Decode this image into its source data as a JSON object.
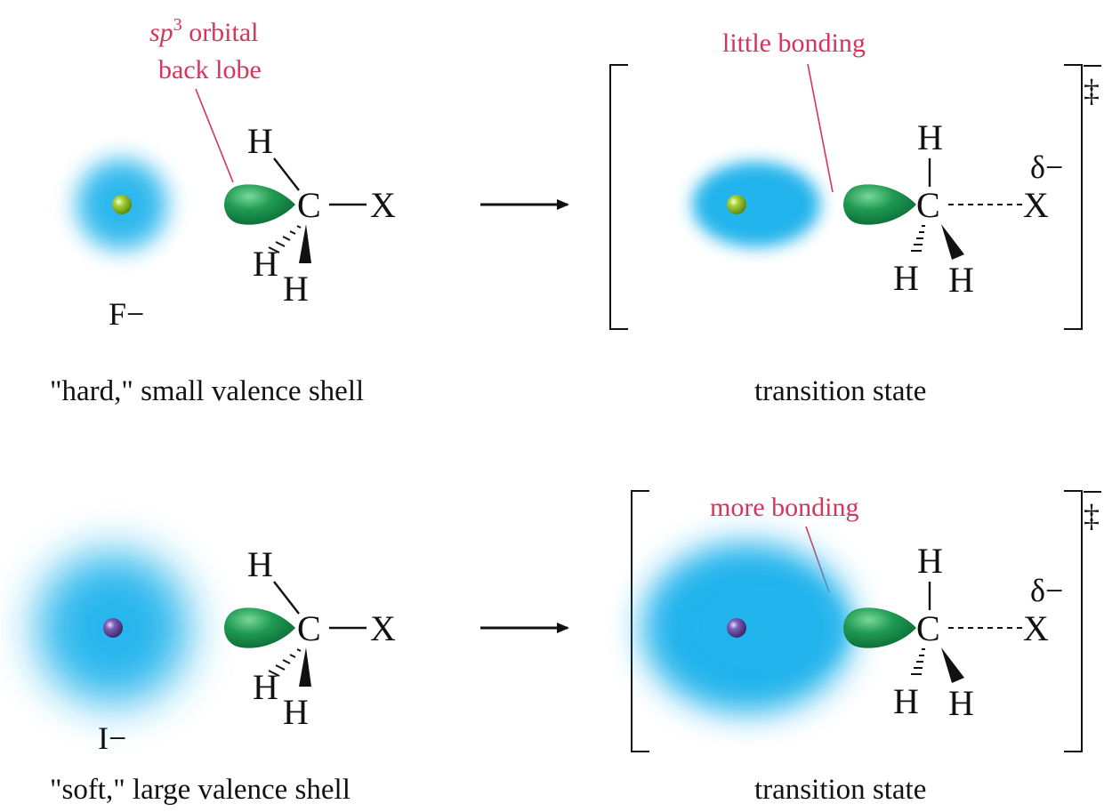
{
  "colors": {
    "annotation": "#d6345b",
    "orbital_blue": "#21b4ec",
    "lobe_green": "#1f9a52",
    "fluoride_nucleus": "#8fbe2a",
    "iodide_nucleus": "#6a4fa0"
  },
  "atoms": {
    "carbon": "C",
    "hydrogen": "H",
    "leaving_group": "X",
    "partial_negative": "δ−",
    "double_dagger": "‡",
    "fluoride": "F−",
    "iodide": "I−"
  },
  "top_row": {
    "annotation_line1_italic": "sp",
    "annotation_line1_sup": "3",
    "annotation_line1_rest": " orbital",
    "annotation_line2": "back lobe",
    "ts_annotation": "little bonding",
    "left_caption": "\"hard,\" small valence shell",
    "right_caption": "transition state"
  },
  "bottom_row": {
    "ts_annotation": "more bonding",
    "left_caption": "\"soft,\" large valence shell",
    "right_caption": "transition state"
  }
}
